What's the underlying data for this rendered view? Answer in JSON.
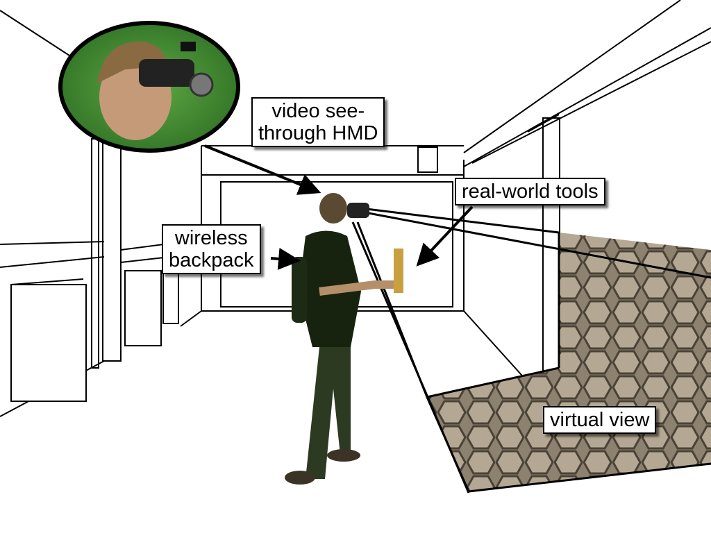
{
  "labels": {
    "hmd": [
      "video see-",
      "through HMD"
    ],
    "tools": "real-world tools",
    "backpack": [
      "wireless",
      "backpack"
    ],
    "virtual": "virtual view"
  },
  "colors": {
    "inset_background": "#3f8a2e",
    "texture": "#8d8170",
    "line": "#000000"
  }
}
